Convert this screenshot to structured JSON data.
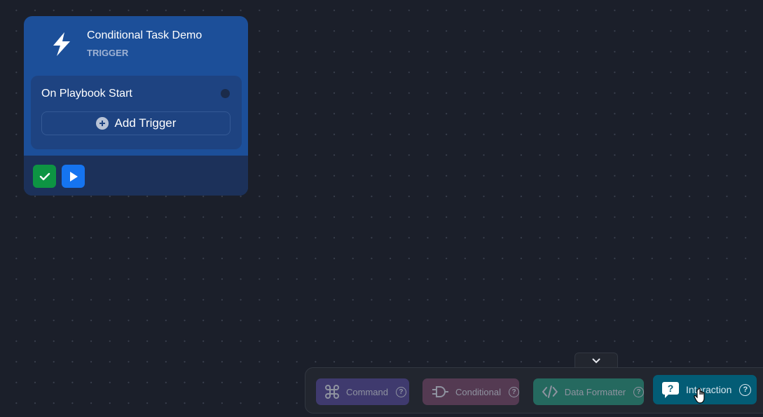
{
  "canvas": {
    "background": "#1b1f2a",
    "dot_color": "#3c4250"
  },
  "node": {
    "icon": "lightning-bolt-icon",
    "title": "Conditional Task Demo",
    "subtitle": "TRIGGER",
    "color": "#1c4f99",
    "triggers": [
      {
        "label": "On Playbook Start"
      }
    ],
    "add_trigger_label": "Add Trigger",
    "footer": {
      "buttons": [
        {
          "name": "confirm",
          "icon": "check-icon",
          "color": "#0d9443"
        },
        {
          "name": "run",
          "icon": "play-icon",
          "color": "#1574f0"
        }
      ]
    }
  },
  "toolbar": {
    "collapse_icon": "chevron-down-icon",
    "items": [
      {
        "label": "Command",
        "icon": "command-key-icon",
        "help": "?",
        "color": "#3f3a6e"
      },
      {
        "label": "Conditional",
        "icon": "logic-gate-icon",
        "help": "?",
        "color": "#543a52"
      },
      {
        "label": "Data Formatter",
        "icon": "code-brackets-icon",
        "help": "?",
        "color": "#25695f"
      },
      {
        "label": "Interaction",
        "icon": "question-bubble-icon",
        "help": "?",
        "color": "#035c75",
        "hovered": true
      }
    ]
  }
}
